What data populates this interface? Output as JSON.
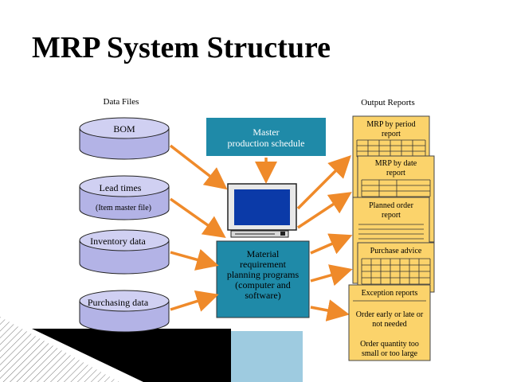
{
  "title": "MRP System Structure",
  "data_files": {
    "heading": "Data Files",
    "items": [
      {
        "name": "cylinder-bom",
        "label": "BOM",
        "sub": ""
      },
      {
        "name": "cylinder-lead-times",
        "label": "Lead times",
        "sub": "(Item master file)"
      },
      {
        "name": "cylinder-inventory-data",
        "label": "Inventory data",
        "sub": ""
      },
      {
        "name": "cylinder-purchasing-data",
        "label": "Purchasing data",
        "sub": ""
      }
    ]
  },
  "master_schedule": {
    "line1": "Master",
    "line2": "production schedule"
  },
  "mrp_box": {
    "lines": [
      "Material",
      "requirement",
      "planning programs",
      "(computer and",
      "software)"
    ]
  },
  "output_reports": {
    "heading": "Output Reports",
    "reports": [
      {
        "line1": "MRP by period",
        "line2": "report"
      },
      {
        "line1": "MRP by date",
        "line2": "report"
      },
      {
        "line1": "Planned order",
        "line2": "report"
      },
      {
        "line1": "Purchase advice",
        "line2": ""
      }
    ],
    "exception": {
      "title": "Exception reports",
      "lines": [
        "Order early or late or",
        "not needed",
        "Order quantity too",
        "small or too large"
      ]
    }
  },
  "colors": {
    "cylinder": "#b3b3e6",
    "cylinder_top": "#d0d0f2",
    "teal_box": "#1f8aa8",
    "paper": "#fbd36b",
    "arrow": "#ef8a2a",
    "monitor_screen": "#0b3aa8",
    "accent_block": "#9ecbe0"
  }
}
